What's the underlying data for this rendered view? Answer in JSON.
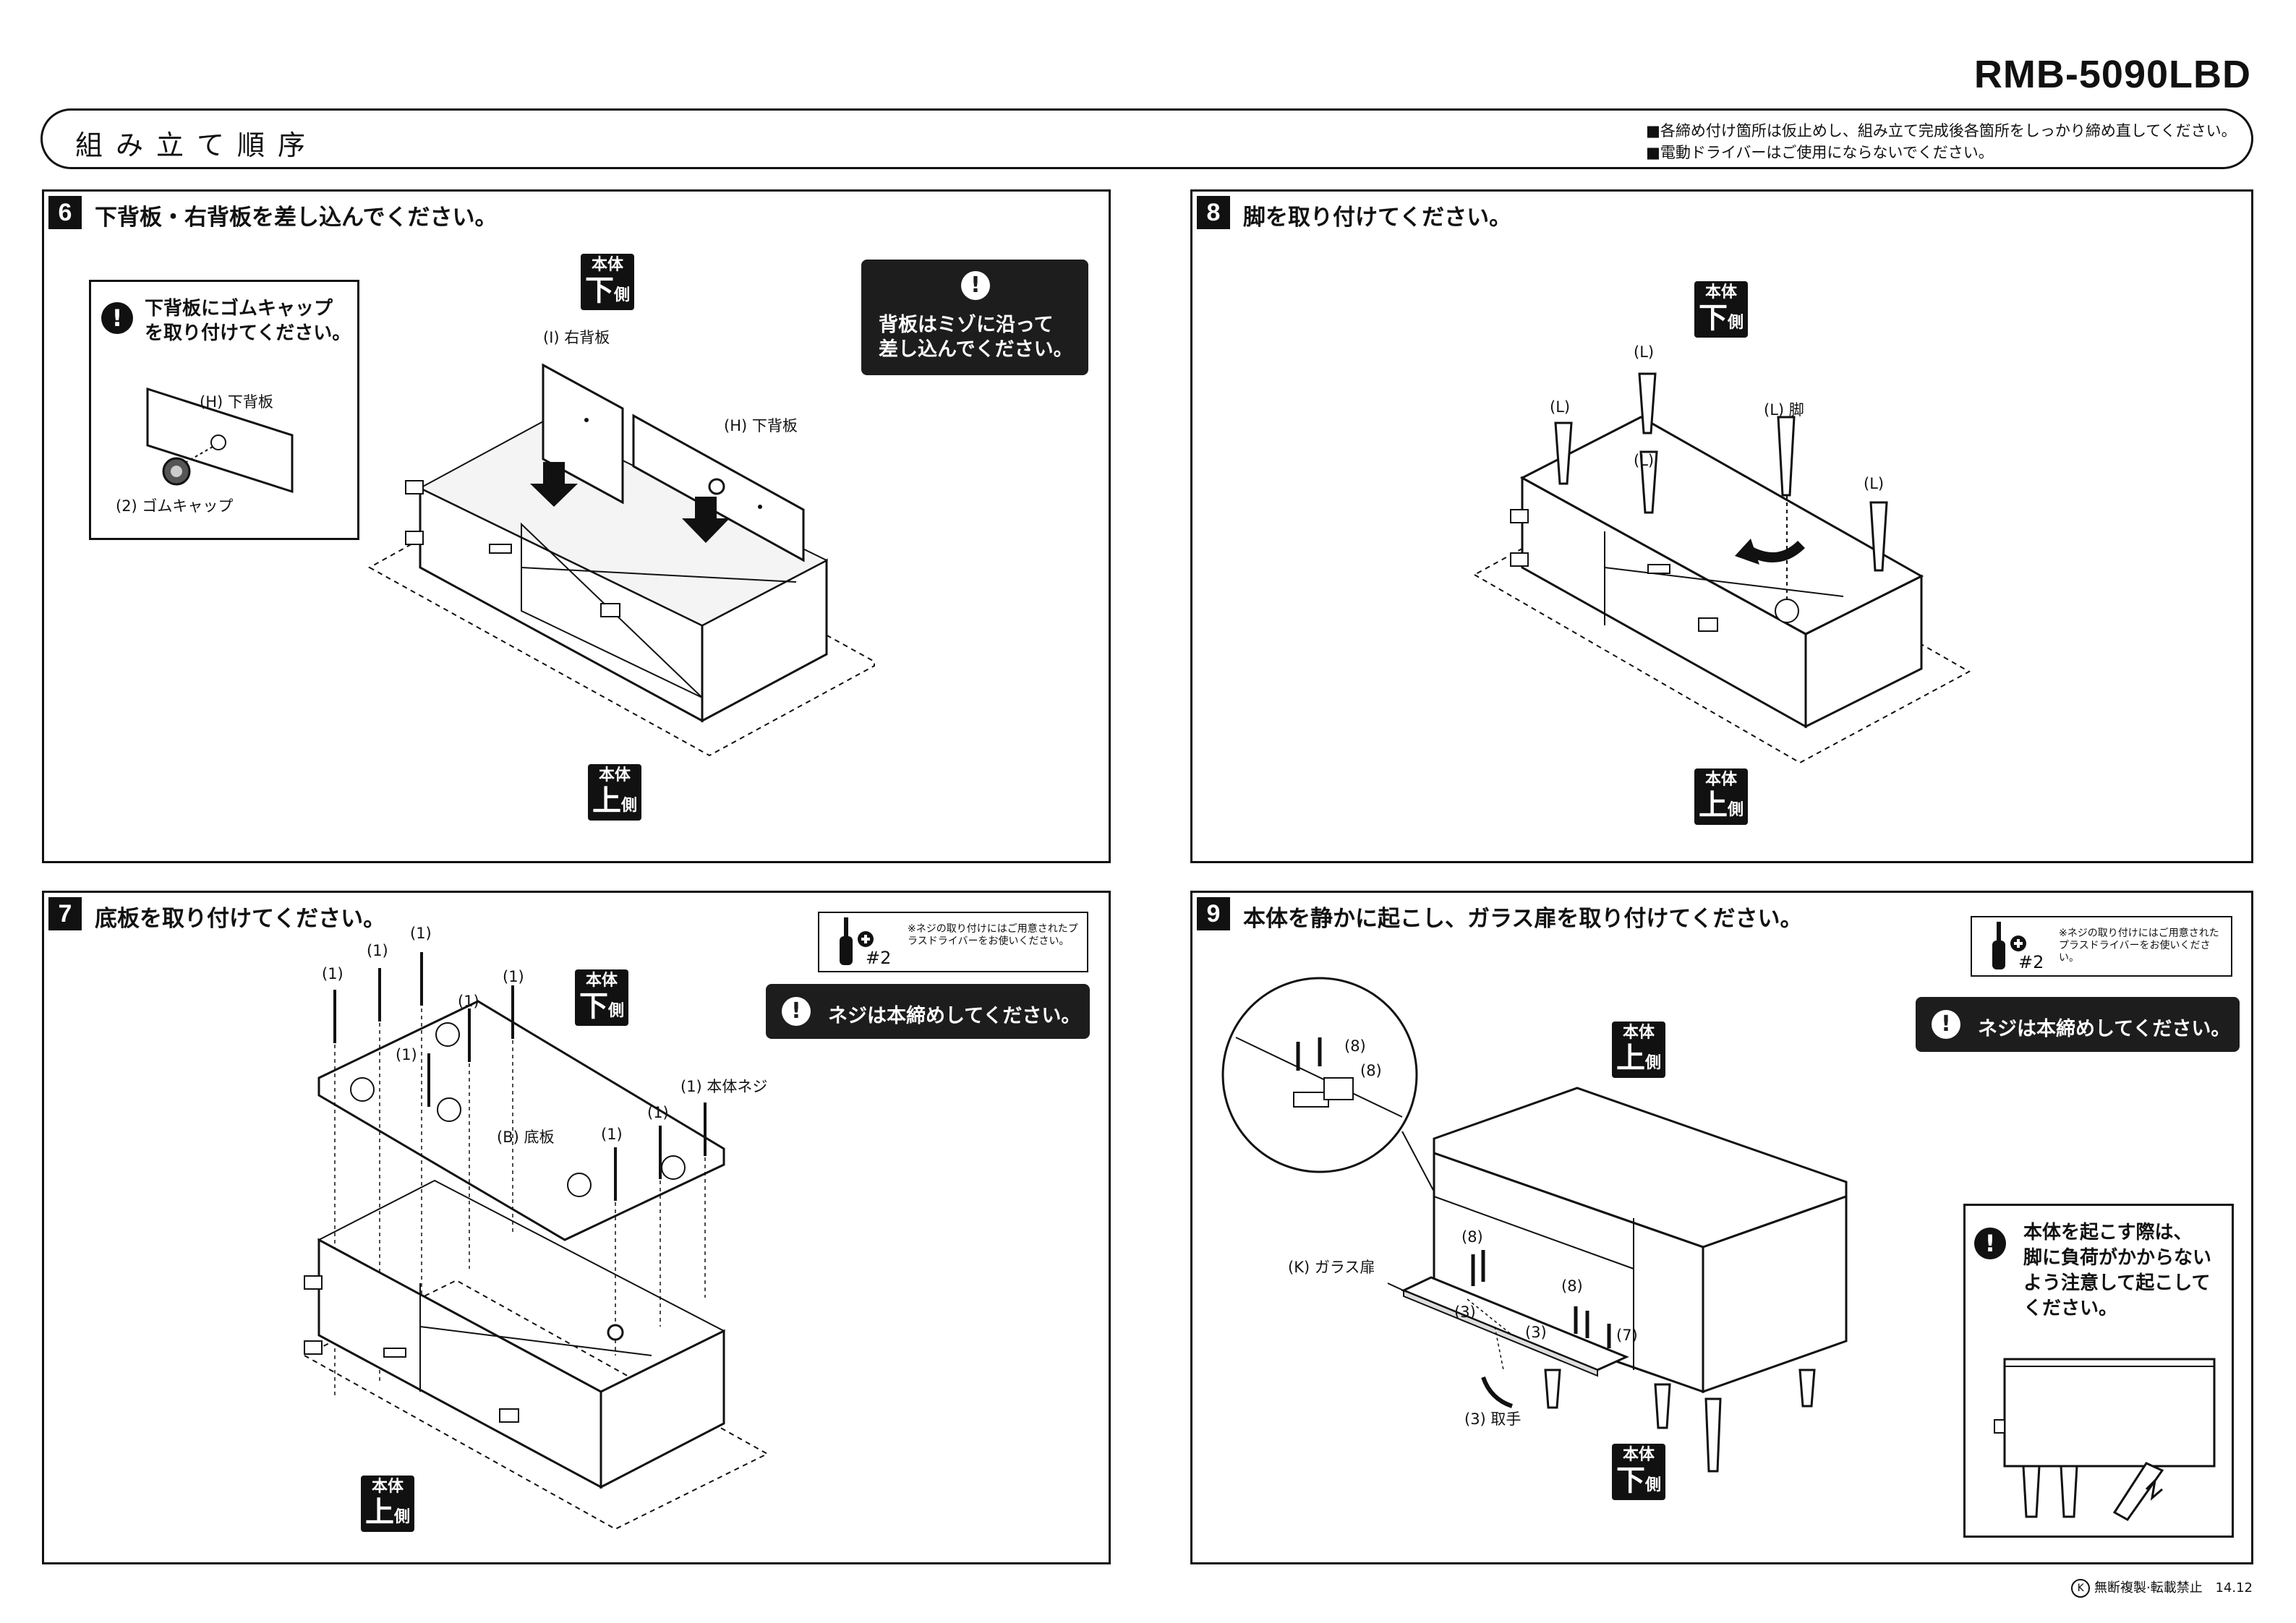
{
  "document": {
    "model": "RMB-5090LBD",
    "header_title": "組み立て順序",
    "notes": [
      "■各締め付け箇所は仮止めし、組み立て完成後各箇所をしっかり締め直してください。",
      "■電動ドライバーはご使用にならないでください。"
    ],
    "footer": "無断複製·転載禁止",
    "footer_code": "14.12",
    "footer_mark": "K"
  },
  "tags": {
    "body": "本体",
    "bottom": "下",
    "top": "上",
    "side": "側"
  },
  "driver_note": {
    "size": "#2",
    "text": "※ネジの取り付けにはご用意されたプラスドライバーをお使いください。"
  },
  "steps": [
    {
      "number": "6",
      "title": "下背板・右背板を差し込んでください。",
      "note_title": "下背板にゴムキャップを取り付けてください。",
      "note_title_lines": [
        "下背板にゴムキャップ",
        "を取り付けてください。"
      ],
      "note_labels": [
        "(H) 下背板",
        "(2) ゴムキャップ"
      ],
      "warning_lines": [
        "背板はミゾに沿って",
        "差し込んでください。"
      ],
      "labels": [
        "(I) 右背板",
        "(H) 下背板"
      ]
    },
    {
      "number": "7",
      "title": "底板を取り付けてください。",
      "warning": "ネジは本締めしてください。",
      "labels": [
        "(1)",
        "(1)",
        "(1)",
        "(1)",
        "(1)",
        "(1)",
        "(1)",
        "(1)",
        "(1) 本体ネジ",
        "(B) 底板"
      ]
    },
    {
      "number": "8",
      "title": "脚を取り付けてください。",
      "labels": [
        "(L)",
        "(L)",
        "(L) 脚",
        "(L)",
        "(L)"
      ]
    },
    {
      "number": "9",
      "title": "本体を静かに起こし、ガラス扉を取り付けてください。",
      "warning": "ネジは本締めしてください。",
      "caution_lines": [
        "本体を起こす際は、",
        "脚に負荷がかからない",
        "よう注意して起こして",
        "ください。"
      ],
      "labels": [
        "(8)",
        "(8)",
        "(8)",
        "(8)",
        "(K) ガラス扉",
        "(3)",
        "(3)",
        "(7)",
        "(3) 取手"
      ]
    }
  ]
}
